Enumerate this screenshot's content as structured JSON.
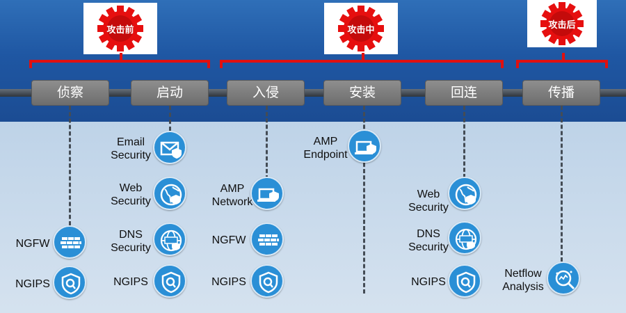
{
  "phases": [
    {
      "label": "攻击前"
    },
    {
      "label": "攻击中"
    },
    {
      "label": "攻击后"
    }
  ],
  "stages": [
    {
      "label": "侦察"
    },
    {
      "label": "启动"
    },
    {
      "label": "入侵"
    },
    {
      "label": "安装"
    },
    {
      "label": "回连"
    },
    {
      "label": "传播"
    }
  ],
  "tools": {
    "recon_ngfw": {
      "label": "NGFW",
      "icon": "firewall-icon"
    },
    "recon_ngips": {
      "label": "NGIPS",
      "icon": "ips-shield-icon"
    },
    "launch_email": {
      "label": "Email\nSecurity",
      "icon": "envelope-shield-icon"
    },
    "launch_web": {
      "label": "Web\nSecurity",
      "icon": "globe-shield-icon"
    },
    "launch_dns": {
      "label": "DNS\nSecurity",
      "icon": "dns-globe-icon"
    },
    "launch_ngips": {
      "label": "NGIPS",
      "icon": "ips-shield-icon"
    },
    "intrude_amp": {
      "label": "AMP\nNetwork",
      "icon": "laptop-shield-icon"
    },
    "intrude_ngfw": {
      "label": "NGFW",
      "icon": "firewall-icon"
    },
    "intrude_ngips": {
      "label": "NGIPS",
      "icon": "ips-shield-icon"
    },
    "install_amp": {
      "label": "AMP\nEndpoint",
      "icon": "laptop-shield-icon"
    },
    "callback_web": {
      "label": "Web\nSecurity",
      "icon": "globe-shield-icon"
    },
    "callback_dns": {
      "label": "DNS\nSecurity",
      "icon": "dns-globe-icon"
    },
    "callback_ngips": {
      "label": "NGIPS",
      "icon": "ips-shield-icon"
    },
    "spread_netflow": {
      "label": "Netflow\nAnalysis",
      "icon": "netflow-magnifier-icon"
    }
  },
  "colors": {
    "header_blue": "#1f57a3",
    "panel_light": "#c9dcee",
    "bracket_red": "#e01010",
    "icon_blue": "#2a8fd6",
    "stage_gray": "#7d7d7d"
  }
}
